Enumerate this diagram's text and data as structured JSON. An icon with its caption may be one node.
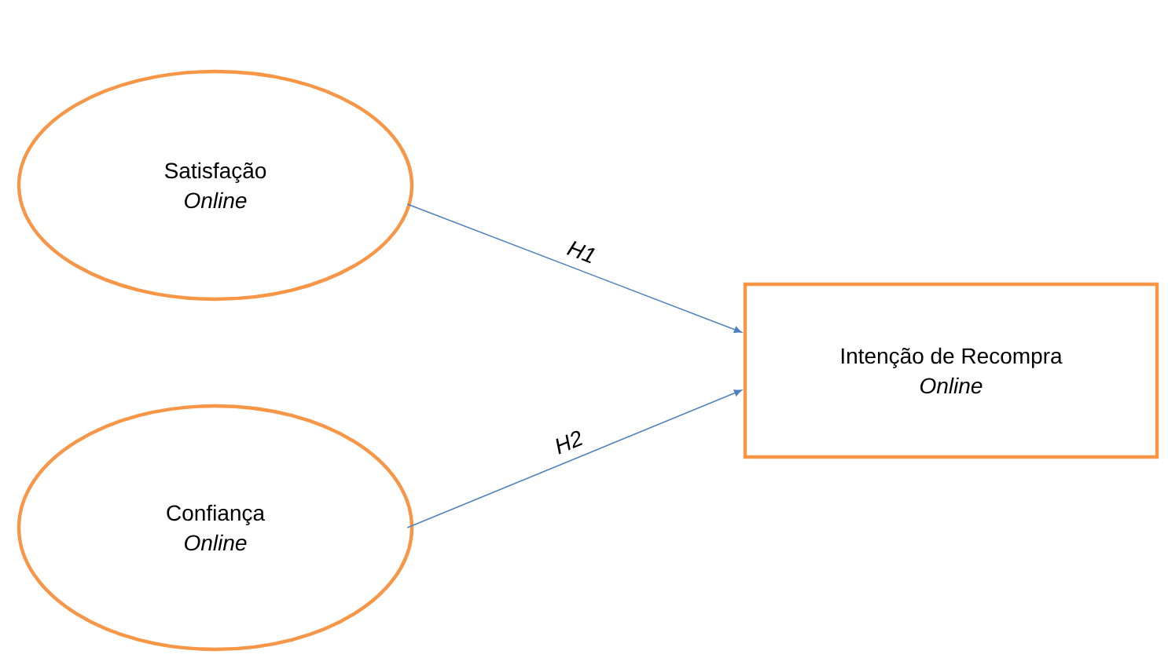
{
  "diagram": {
    "nodes": [
      {
        "text": [
          "Satisfação",
          "Online"
        ]
      },
      {
        "text": [
          "Confiança",
          "Online"
        ]
      },
      {
        "text": [
          "Intenção de Recompra",
          "Online"
        ]
      }
    ],
    "edges": [
      {
        "from": 0,
        "to": 2,
        "arrow": "to",
        "label": "H1"
      },
      {
        "from": 1,
        "to": 2,
        "arrow": "to",
        "label": "H2"
      }
    ]
  }
}
